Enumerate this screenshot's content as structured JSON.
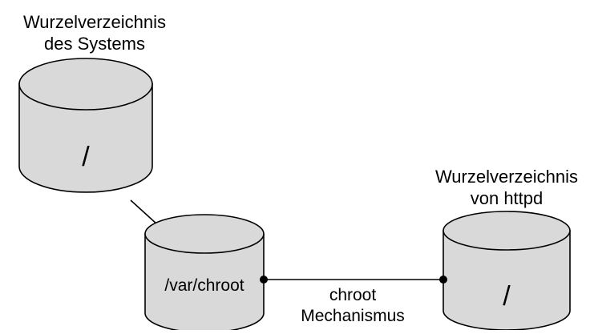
{
  "colors": {
    "cylinder_fill": "#d9d9d9",
    "stroke": "#000000",
    "background": "#ffffff"
  },
  "system_root": {
    "title_line1": "Wurzelverzeichnis",
    "title_line2": "des Systems",
    "mount_label": "/"
  },
  "chroot_dir": {
    "mount_label": "/var/chroot"
  },
  "httpd_root": {
    "title_line1": "Wurzelverzeichnis",
    "title_line2": "von httpd",
    "mount_label": "/"
  },
  "connector": {
    "label_line1": "chroot",
    "label_line2": "Mechanismus"
  }
}
